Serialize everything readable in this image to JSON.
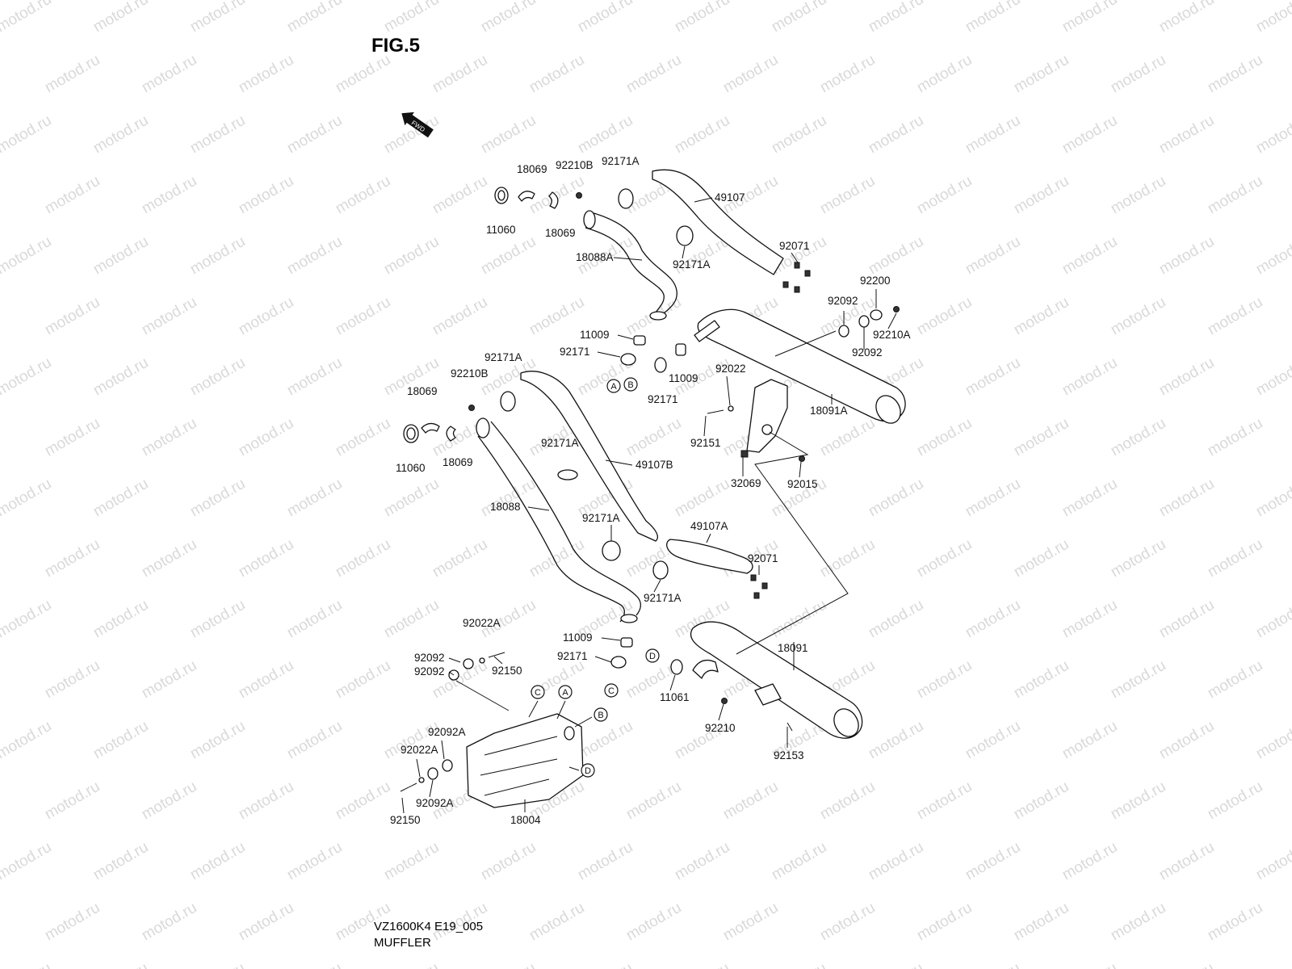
{
  "figure_title": "FIG.5",
  "fwd_label": "FWD",
  "watermark_text": "motod.ru",
  "footer": {
    "code": "VZ1600K4 E19_005",
    "name": "MUFFLER"
  },
  "part_labels": [
    {
      "id": "p1",
      "text": "18069"
    },
    {
      "id": "p2",
      "text": "92210B"
    },
    {
      "id": "p3",
      "text": "92171A"
    },
    {
      "id": "p4",
      "text": "49107"
    },
    {
      "id": "p5",
      "text": "11060"
    },
    {
      "id": "p6",
      "text": "18069"
    },
    {
      "id": "p7",
      "text": "18088A"
    },
    {
      "id": "p8",
      "text": "92171A"
    },
    {
      "id": "p9",
      "text": "92071"
    },
    {
      "id": "p10",
      "text": "92200"
    },
    {
      "id": "p11",
      "text": "92092"
    },
    {
      "id": "p12",
      "text": "92210A"
    },
    {
      "id": "p13",
      "text": "92092"
    },
    {
      "id": "p14",
      "text": "11009"
    },
    {
      "id": "p15",
      "text": "92171"
    },
    {
      "id": "p16",
      "text": "11009"
    },
    {
      "id": "p17",
      "text": "92171"
    },
    {
      "id": "p18",
      "text": "92022"
    },
    {
      "id": "p19",
      "text": "18091A"
    },
    {
      "id": "p20",
      "text": "92151"
    },
    {
      "id": "p21",
      "text": "32069"
    },
    {
      "id": "p22",
      "text": "92015"
    },
    {
      "id": "p23",
      "text": "92171A"
    },
    {
      "id": "p24",
      "text": "92210B"
    },
    {
      "id": "p25",
      "text": "18069"
    },
    {
      "id": "p26",
      "text": "11060"
    },
    {
      "id": "p27",
      "text": "18069"
    },
    {
      "id": "p28",
      "text": "92171A"
    },
    {
      "id": "p29",
      "text": "49107B"
    },
    {
      "id": "p30",
      "text": "18088"
    },
    {
      "id": "p31",
      "text": "92171A"
    },
    {
      "id": "p32",
      "text": "49107A"
    },
    {
      "id": "p33",
      "text": "92071"
    },
    {
      "id": "p34",
      "text": "92171A"
    },
    {
      "id": "p35",
      "text": "11009"
    },
    {
      "id": "p36",
      "text": "92171"
    },
    {
      "id": "p37",
      "text": "92022A"
    },
    {
      "id": "p38",
      "text": "92092"
    },
    {
      "id": "p39",
      "text": "92150"
    },
    {
      "id": "p40",
      "text": "92092"
    },
    {
      "id": "p41",
      "text": "18091"
    },
    {
      "id": "p42",
      "text": "11061"
    },
    {
      "id": "p43",
      "text": "92210"
    },
    {
      "id": "p44",
      "text": "92153"
    },
    {
      "id": "p45",
      "text": "92092A"
    },
    {
      "id": "p46",
      "text": "92022A"
    },
    {
      "id": "p47",
      "text": "92092A"
    },
    {
      "id": "p48",
      "text": "92150"
    },
    {
      "id": "p49",
      "text": "18004"
    }
  ],
  "reference_markers": [
    {
      "id": "m1",
      "letter": "A"
    },
    {
      "id": "m2",
      "letter": "B"
    },
    {
      "id": "m3",
      "letter": "C"
    },
    {
      "id": "m4",
      "letter": "C"
    },
    {
      "id": "m5",
      "letter": "A"
    },
    {
      "id": "m6",
      "letter": "B"
    },
    {
      "id": "m7",
      "letter": "D"
    },
    {
      "id": "m8",
      "letter": "D"
    }
  ]
}
